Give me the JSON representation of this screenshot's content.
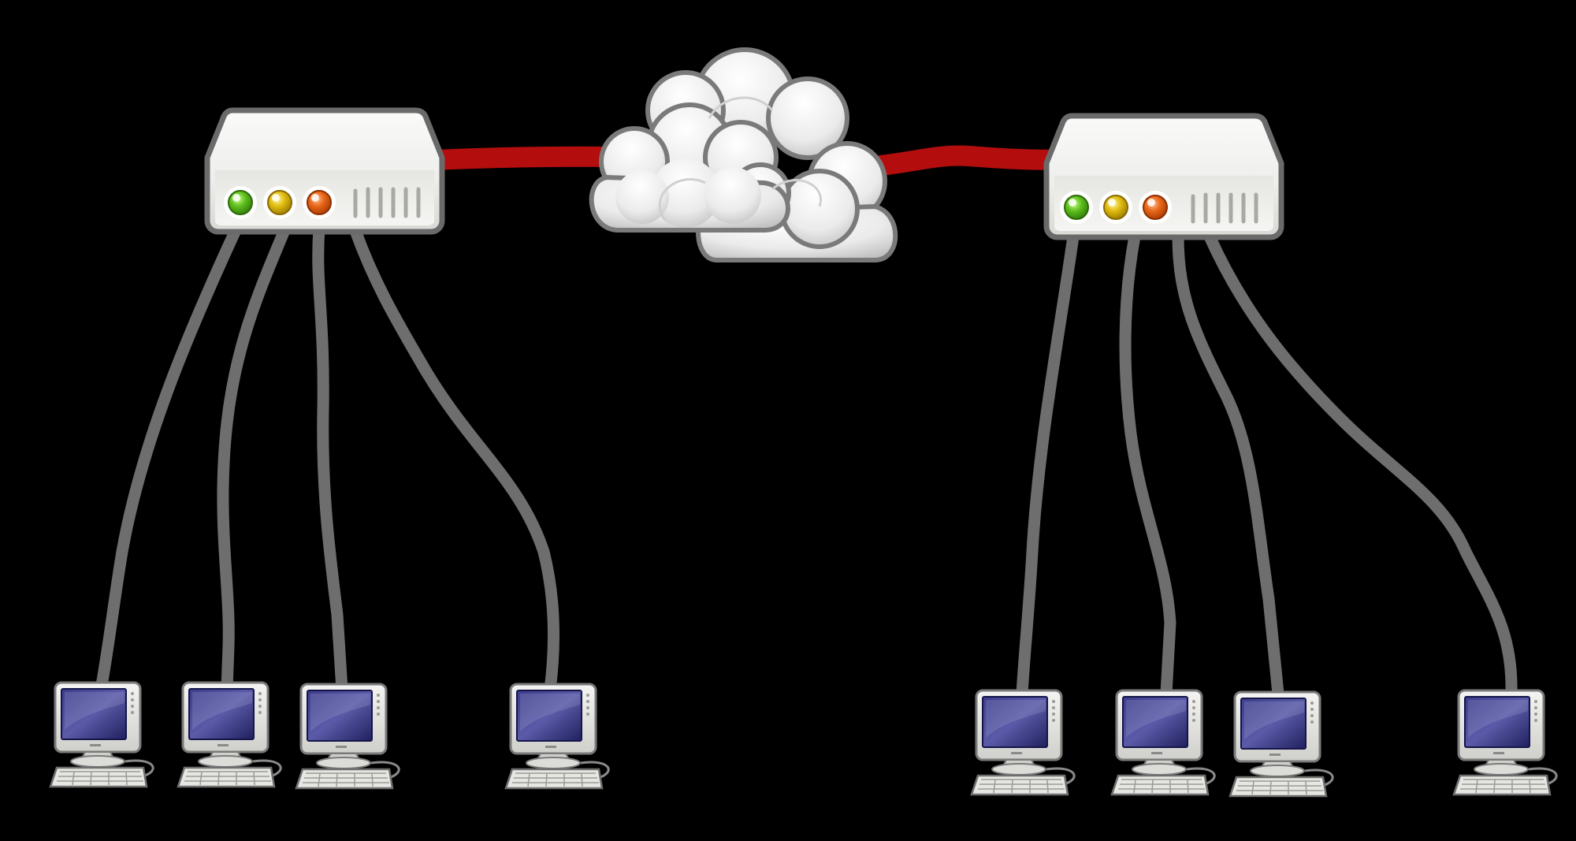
{
  "diagram": {
    "type": "network-topology",
    "background": "#000000",
    "colors": {
      "wan_link": "#b30d0d",
      "lan_cable": "#6e6e6e",
      "device_body": "#f2f2f0",
      "device_outline": "#6a6a6a",
      "led_green": "#4caf1a",
      "led_yellow": "#d4b000",
      "led_orange": "#e06010",
      "monitor_screen": "#2a2a7a"
    },
    "cloud": {
      "icon": "cloud-icon"
    },
    "routers": [
      {
        "id": "router-left",
        "icon": "router-icon",
        "leds": [
          "green",
          "yellow",
          "orange"
        ],
        "computers": 4
      },
      {
        "id": "router-right",
        "icon": "router-icon",
        "leds": [
          "green",
          "yellow",
          "orange"
        ],
        "computers": 4
      }
    ],
    "computers": [
      {
        "id": "pc-1",
        "icon": "computer-icon",
        "router": "router-left"
      },
      {
        "id": "pc-2",
        "icon": "computer-icon",
        "router": "router-left"
      },
      {
        "id": "pc-3",
        "icon": "computer-icon",
        "router": "router-left"
      },
      {
        "id": "pc-4",
        "icon": "computer-icon",
        "router": "router-left"
      },
      {
        "id": "pc-5",
        "icon": "computer-icon",
        "router": "router-right"
      },
      {
        "id": "pc-6",
        "icon": "computer-icon",
        "router": "router-right"
      },
      {
        "id": "pc-7",
        "icon": "computer-icon",
        "router": "router-right"
      },
      {
        "id": "pc-8",
        "icon": "computer-icon",
        "router": "router-right"
      }
    ],
    "links": [
      {
        "from": "router-left",
        "to": "cloud",
        "kind": "wan"
      },
      {
        "from": "cloud",
        "to": "router-right",
        "kind": "wan"
      }
    ]
  }
}
